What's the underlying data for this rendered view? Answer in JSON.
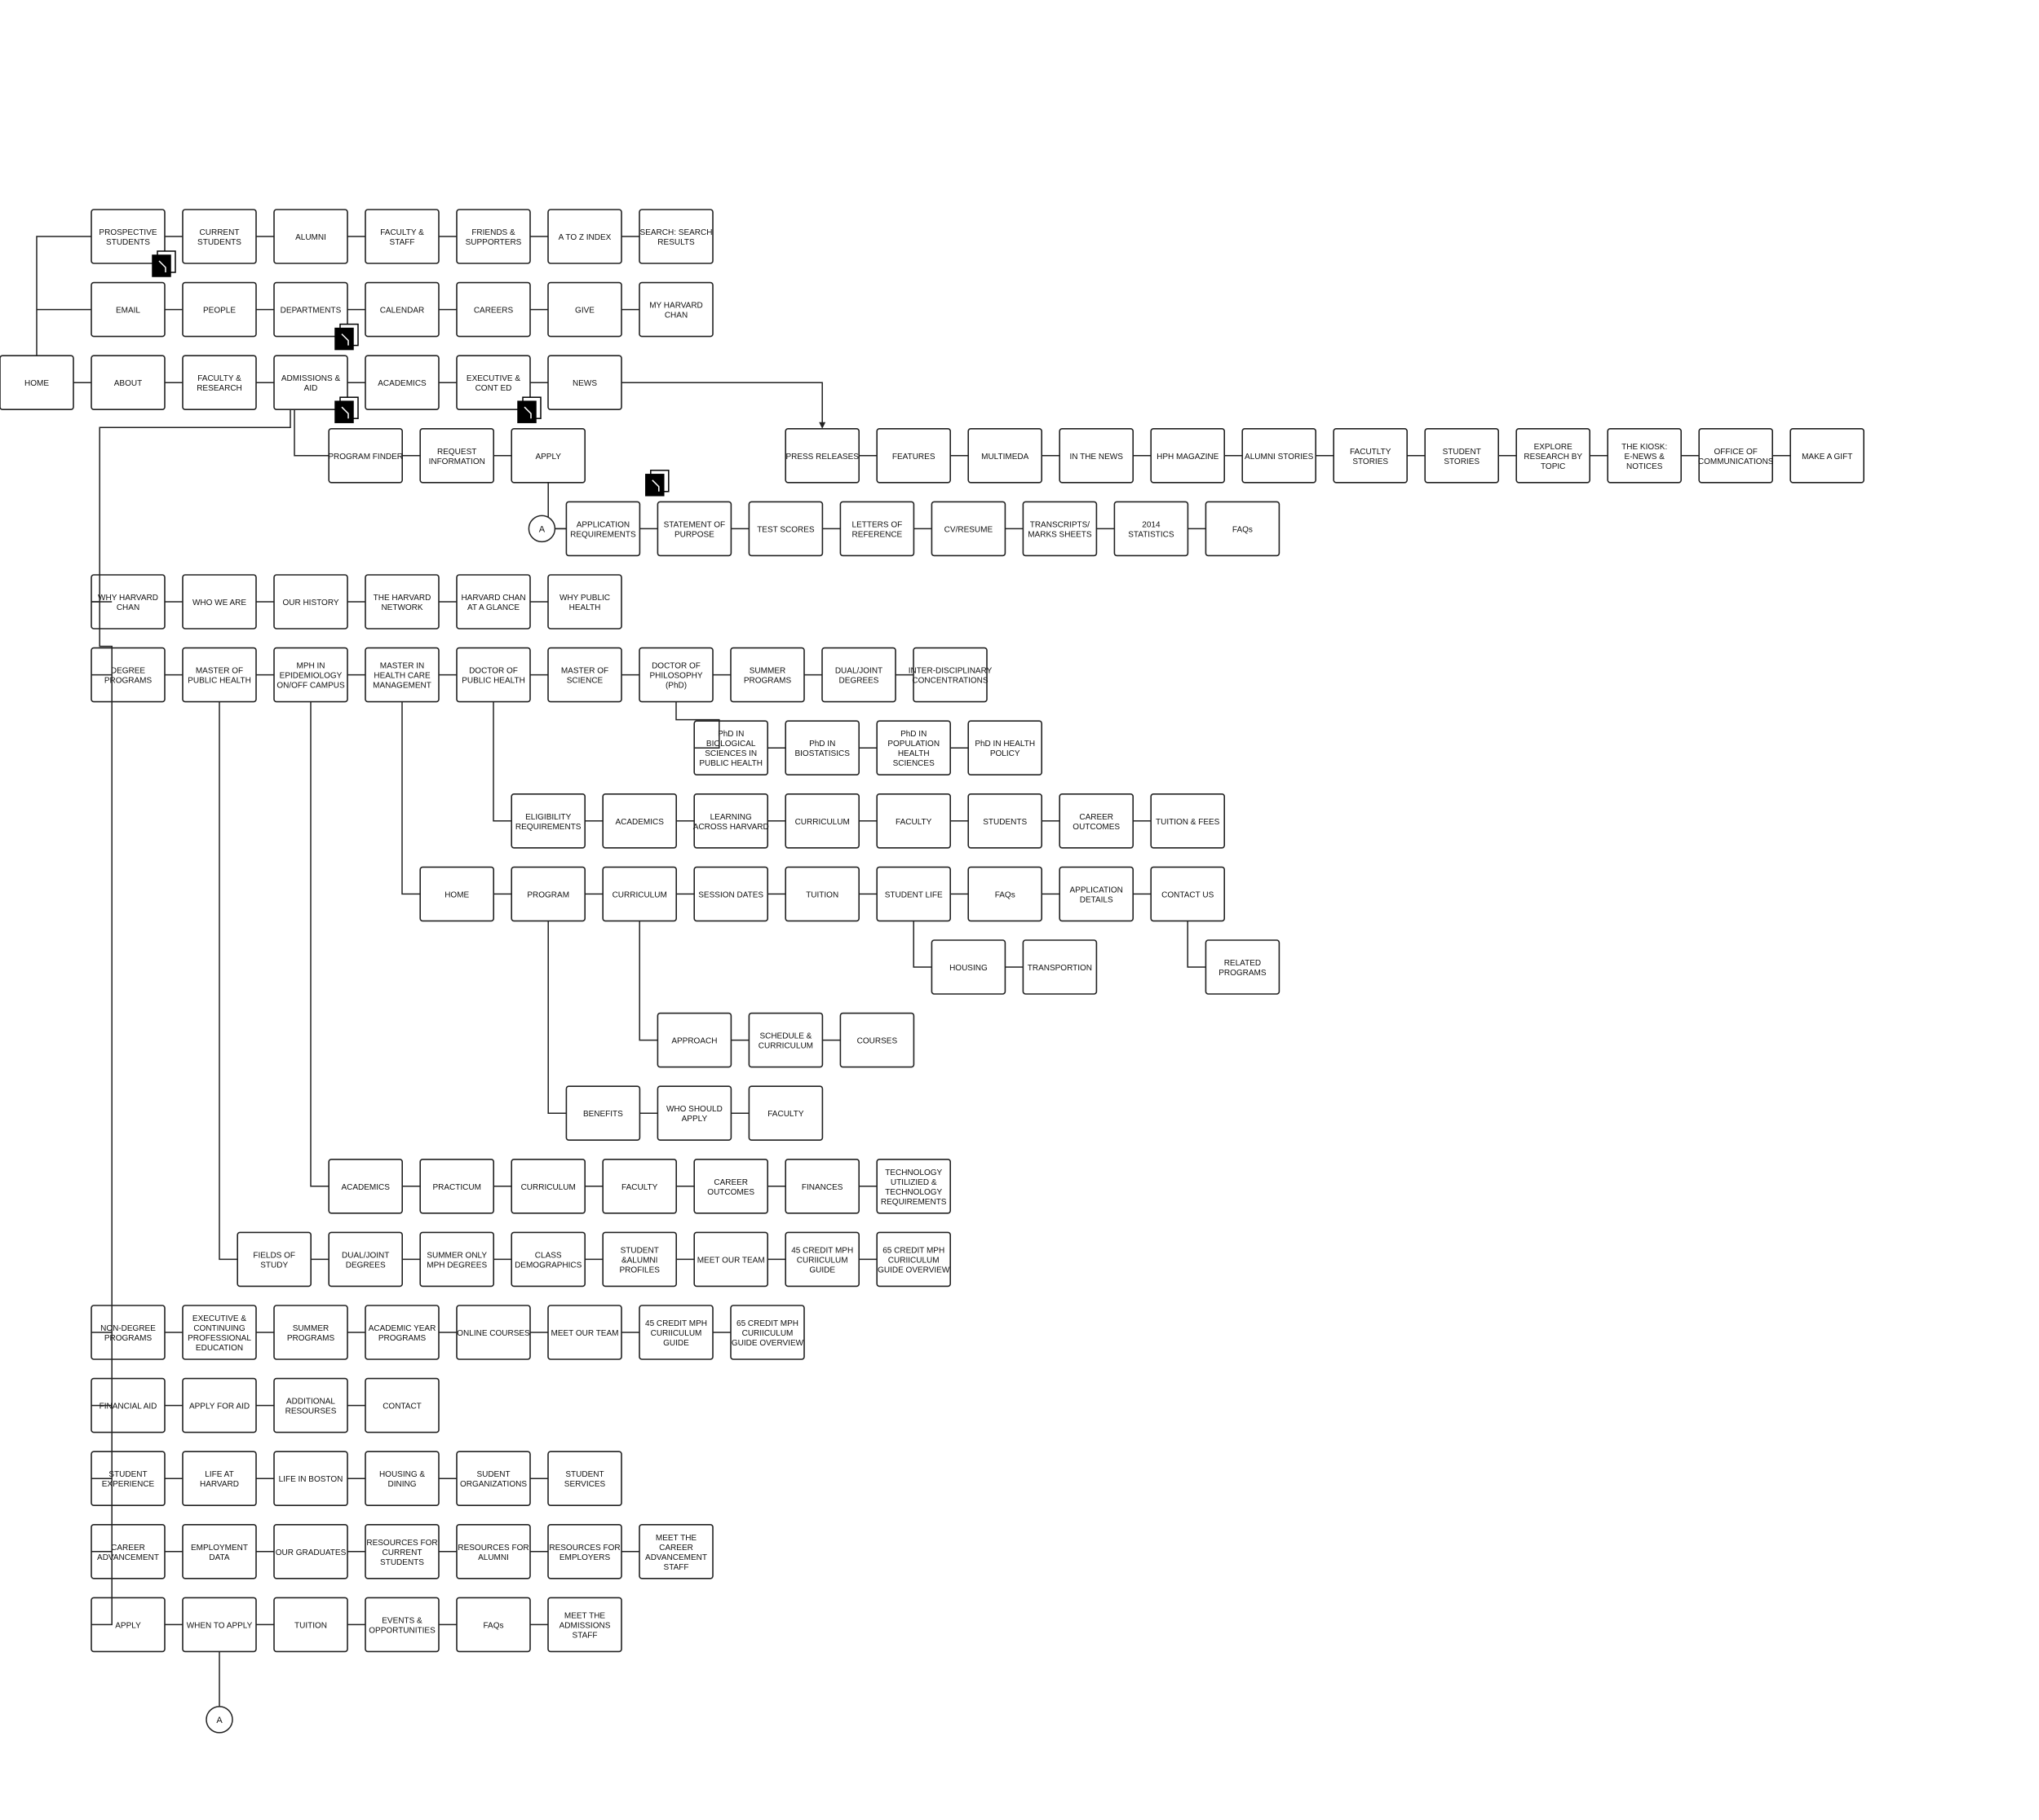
{
  "rows": [
    {
      "r": 0,
      "c": 1,
      "items": [
        "PROSPECTIVE STUDENTS",
        "CURRENT STUDENTS",
        "ALUMNI",
        "FACULTY & STAFF",
        "FRIENDS & SUPPORTERS",
        "A TO Z INDEX",
        "SEARCH: SEARCH RESULTS"
      ]
    },
    {
      "r": 1,
      "c": 1,
      "items": [
        "EMAIL",
        "PEOPLE",
        "DEPARTMENTS",
        "CALENDAR",
        "CAREERS",
        "GIVE",
        "MY HARVARD CHAN"
      ]
    },
    {
      "r": 2,
      "c": 0,
      "items": [
        "HOME",
        "ABOUT",
        "FACULTY & RESEARCH",
        "ADMISSIONS & AID",
        "ACADEMICS",
        "EXECUTIVE & CONT ED",
        "NEWS"
      ]
    },
    {
      "r": 3,
      "c": 3.6,
      "items": [
        "PROGRAM FINDER",
        "REQUEST INFORMATION",
        "APPLY"
      ]
    },
    {
      "r": 3,
      "c": 8.6,
      "items": [
        "PRESS RELEASES",
        "FEATURES",
        "MULTIMEDA",
        "IN THE NEWS",
        "HPH MAGAZINE",
        "ALUMNI STORIES",
        "FACUTLTY STORIES",
        "STUDENT STORIES",
        "EXPLORE RESEARCH BY TOPIC",
        "THE KIOSK: E-NEWS & NOTICES",
        "OFFICE OF COMMUNICATIONS",
        "MAKE A GIFT"
      ]
    },
    {
      "r": 4,
      "c": 6.2,
      "items": [
        "APPLICATION REQUIREMENTS",
        "STATEMENT OF PURPOSE",
        "TEST SCORES",
        "LETTERS OF REFERENCE",
        "CV/RESUME",
        "TRANSCRIPTS/ MARKS SHEETS",
        "2014 STATISTICS",
        "FAQs"
      ]
    },
    {
      "r": 5,
      "c": 1,
      "items": [
        "WHY HARVARD CHAN",
        "WHO WE ARE",
        "OUR HISTORY",
        "THE HARVARD NETWORK",
        "HARVARD CHAN AT A GLANCE",
        "WHY PUBLIC HEALTH"
      ]
    },
    {
      "r": 6,
      "c": 1,
      "items": [
        "DEGREE PROGRAMS",
        "MASTER OF PUBLIC HEALTH",
        "MPH IN EPIDEMIOLOGY ON/OFF CAMPUS",
        "MASTER IN HEALTH CARE MANAGEMENT",
        "DOCTOR OF PUBLIC HEALTH",
        "MASTER OF SCIENCE",
        "DOCTOR OF PHILOSOPHY (PhD)",
        "SUMMER PROGRAMS",
        "DUAL/JOINT DEGREES",
        "INTER-DISCIPLINARY CONCENTRATIONS"
      ]
    },
    {
      "r": 7,
      "c": 7.6,
      "items": [
        "PhD IN BIOLOGICAL SCIENCES IN PUBLIC HEALTH",
        "PhD IN BIOSTATISICS",
        "PhD IN POPULATION HEALTH SCIENCES",
        "PhD IN HEALTH POLICY"
      ]
    },
    {
      "r": 8,
      "c": 5.6,
      "items": [
        "ELIGIBILITY REQUIREMENTS",
        "ACADEMICS",
        "LEARNING ACROSS HARVARD",
        "CURRICULUM",
        "FACULTY",
        "STUDENTS",
        "CAREER OUTCOMES",
        "TUITION & FEES"
      ]
    },
    {
      "r": 9,
      "c": 4.6,
      "items": [
        "HOME",
        "PROGRAM",
        "CURRICULUM",
        "SESSION DATES",
        "TUITION",
        "STUDENT LIFE",
        "FAQs",
        "APPLICATION DETAILS",
        "CONTACT US"
      ]
    },
    {
      "r": 10,
      "c": 10.2,
      "items": [
        "HOUSING",
        "TRANSPORTION"
      ]
    },
    {
      "r": 10,
      "c": 13.2,
      "items": [
        "RELATED PROGRAMS"
      ]
    },
    {
      "r": 11,
      "c": 7.2,
      "items": [
        "APPROACH",
        "SCHEDULE & CURRICULUM",
        "COURSES"
      ]
    },
    {
      "r": 12,
      "c": 6.2,
      "items": [
        "BENEFITS",
        "WHO SHOULD APPLY",
        "FACULTY"
      ]
    },
    {
      "r": 13,
      "c": 3.6,
      "items": [
        "ACADEMICS",
        "PRACTICUM",
        "CURRICULUM",
        "FACULTY",
        "CAREER OUTCOMES",
        "FINANCES",
        "TECHNOLOGY UTILIZIED & TECHNOLOGY REQUIREMENTS"
      ]
    },
    {
      "r": 14,
      "c": 2.6,
      "items": [
        "FIELDS OF STUDY",
        "DUAL/JOINT DEGREES",
        "SUMMER ONLY MPH DEGREES",
        "CLASS DEMOGRAPHICS",
        "STUDENT &ALUMNI PROFILES",
        "MEET OUR TEAM",
        "45 CREDIT MPH CURIICULUM GUIDE",
        "65 CREDIT MPH CURIICULUM GUIDE OVERVIEW"
      ]
    },
    {
      "r": 15,
      "c": 1,
      "items": [
        "NON-DEGREE PROGRAMS",
        "EXECUTIVE & CONTINUING PROFESSIONAL EDUCATION",
        "SUMMER PROGRAMS",
        "ACADEMIC YEAR PROGRAMS",
        "ONLINE COURSES",
        "MEET OUR TEAM",
        "45 CREDIT MPH CURIICULUM GUIDE",
        "65 CREDIT MPH CURIICULUM GUIDE OVERVIEW"
      ]
    },
    {
      "r": 16,
      "c": 1,
      "items": [
        "FINANCIAL AID",
        "APPLY FOR AID",
        "ADDITIONAL RESOURSES",
        "CONTACT"
      ]
    },
    {
      "r": 17,
      "c": 1,
      "items": [
        "STUDENT EXPERIENCE",
        "LIFE AT HARVARD",
        "LIFE IN BOSTON",
        "HOUSING & DINING",
        "SUDENT ORGANIZATIONS",
        "STUDENT SERVICES"
      ]
    },
    {
      "r": 18,
      "c": 1,
      "items": [
        "CAREER ADVANCEMENT",
        "EMPLOYMENT DATA",
        "OUR GRADUATES",
        "RESOURCES FOR CURRENT STUDENTS",
        "RESOURCES FOR ALUMNI",
        "RESOURCES FOR EMPLOYERS",
        "MEET THE CAREER ADVANCEMENT STAFF"
      ]
    },
    {
      "r": 19,
      "c": 1,
      "items": [
        "APPLY",
        "WHEN TO APPLY",
        "TUITION",
        "EVENTS & OPPORTUNITIES",
        "FAQs",
        "MEET THE ADMISSIONS STAFF"
      ]
    }
  ],
  "connectors": [
    {
      "label": "A",
      "r": 4.5,
      "c": 6.8
    },
    {
      "label": "A",
      "r": 20.3,
      "c": 3.5
    }
  ]
}
